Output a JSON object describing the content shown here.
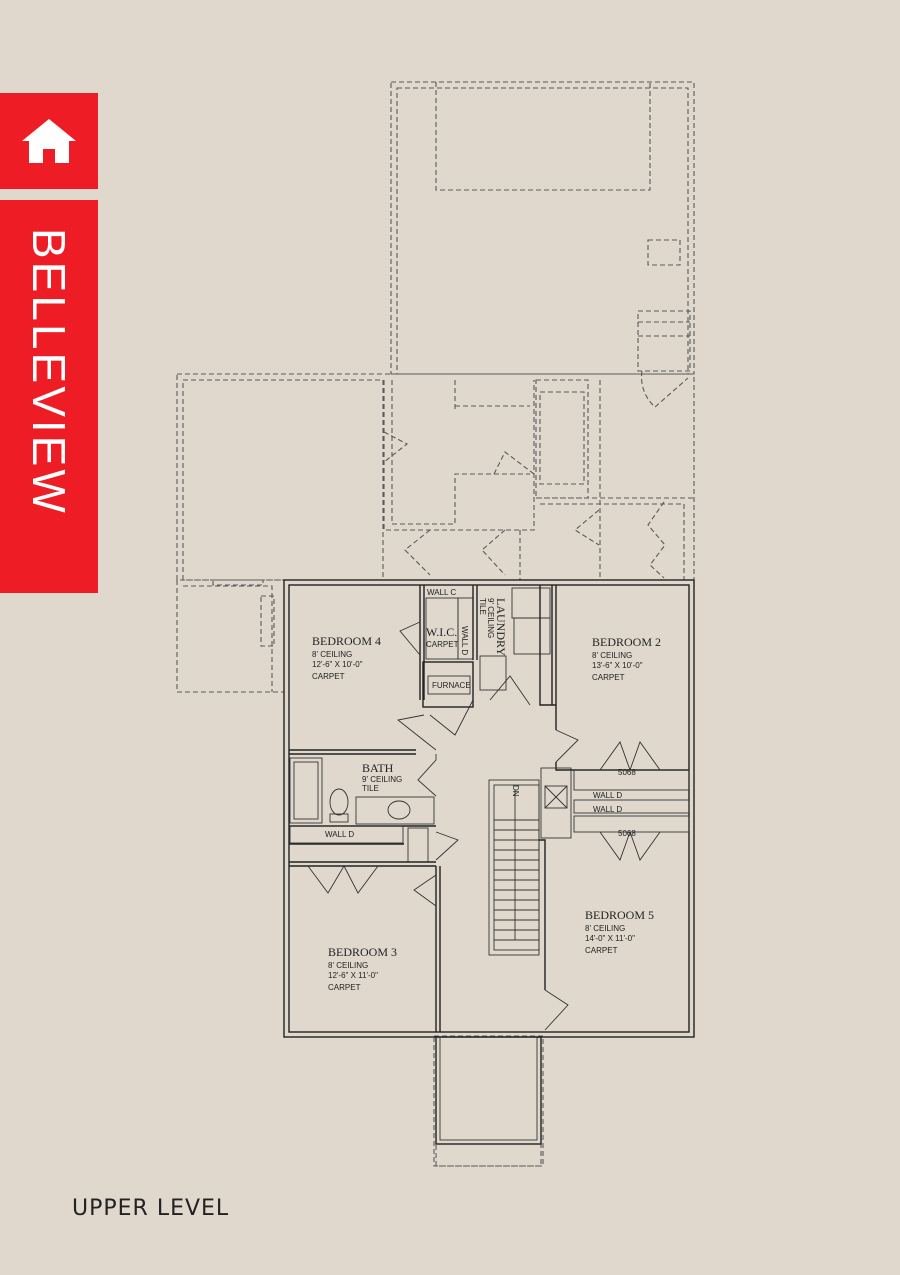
{
  "brand": {
    "name": "BELLEVIEW",
    "home_icon": "home-icon",
    "accent_color": "#ee1c25",
    "background_color": "#e0d8cd"
  },
  "level_label": "UPPER LEVEL",
  "rooms": {
    "bedroom4": {
      "name": "BEDROOM 4",
      "ceiling": "8' CEILING",
      "size": "12'-6\" X 10'-0\"",
      "floor": "CARPET"
    },
    "bedroom2": {
      "name": "BEDROOM 2",
      "ceiling": "8' CEILING",
      "size": "13'-6\" X 10'-0\"",
      "floor": "CARPET"
    },
    "bedroom3": {
      "name": "BEDROOM 3",
      "ceiling": "8' CEILING",
      "size": "12'-6\" X 11'-0\"",
      "floor": "CARPET"
    },
    "bedroom5": {
      "name": "BEDROOM 5",
      "ceiling": "8' CEILING",
      "size": "14'-0\" X 11'-0\"",
      "floor": "CARPET"
    },
    "bath": {
      "name": "BATH",
      "ceiling": "9' CEILING",
      "floor": "TILE"
    },
    "wic": {
      "name": "W.I.C.",
      "floor": "CARPET"
    },
    "laundry": {
      "name": "LAUNDRY",
      "ceiling": "9' CEILING",
      "floor": "TILE"
    }
  },
  "labels": {
    "wall_c": "WALL C",
    "wall_d": "WALL D",
    "furnace": "FURNACE",
    "door_code": "5068",
    "stair_dn": "DN"
  }
}
